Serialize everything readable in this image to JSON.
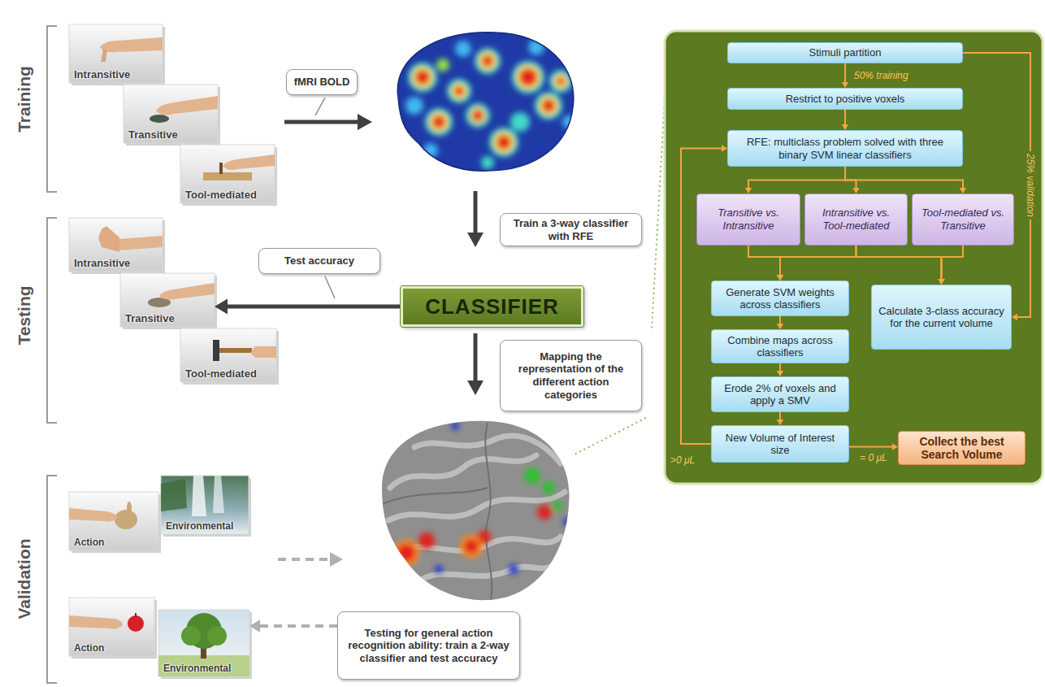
{
  "diagram": {
    "nodes": [
      {
        "text": [
          "Intransitive"
        ]
      },
      {
        "text": [
          "Transitive"
        ]
      },
      {
        "text": [
          "Tool-mediated"
        ]
      },
      {
        "text": [
          "fMRI BOLD"
        ]
      },
      {
        "text": [
          "Train a 3-way classifier with RFE"
        ]
      },
      {
        "text": [
          "Test accuracy"
        ]
      },
      {
        "text": [
          "Intransitive"
        ]
      },
      {
        "text": [
          "Transitive"
        ]
      },
      {
        "text": [
          "Tool-mediated"
        ]
      },
      {
        "text": [
          "CLASSIFIER"
        ]
      },
      {
        "text": [
          "Mapping the representation of the different action categories"
        ]
      },
      {
        "text": [
          "Action"
        ]
      },
      {
        "text": [
          "Environmental"
        ]
      },
      {
        "text": [
          "Action"
        ]
      },
      {
        "text": [
          "Environmental"
        ]
      },
      {
        "text": [
          "Testing for general action recognition ability: train a 2-way classifier and test accuracy"
        ]
      },
      {
        "text": [
          "Stimuli partition"
        ]
      },
      {
        "text": [
          "Restrict to positive voxels"
        ]
      },
      {
        "text": [
          "RFE: multiclass problem solved with three binary SVM linear classifiers"
        ]
      },
      {
        "text": [
          "Transitive vs. Intransitive"
        ]
      },
      {
        "text": [
          "Intransitive vs. Tool-mediated"
        ]
      },
      {
        "text": [
          "Tool-mediated vs. Transitive"
        ]
      },
      {
        "text": [
          "Generate SVM weights across classifiers"
        ]
      },
      {
        "text": [
          "Combine maps across classifiers"
        ]
      },
      {
        "text": [
          "Erode 2% of voxels and apply a SMV"
        ]
      },
      {
        "text": [
          "New Volume of Interest size"
        ]
      },
      {
        "text": [
          "Calculate 3-class accuracy for the current volume"
        ]
      },
      {
        "text": [
          "Collect the best Search Volume"
        ]
      }
    ],
    "edges": [
      {
        "from": 16,
        "to": 17,
        "arrow": "to",
        "label": "50% training"
      },
      {
        "from": 16,
        "to": 26,
        "arrow": "to",
        "label": "25% validation"
      },
      {
        "from": 17,
        "to": 18,
        "arrow": "to"
      },
      {
        "from": 18,
        "to": 19,
        "arrow": "to"
      },
      {
        "from": 18,
        "to": 20,
        "arrow": "to"
      },
      {
        "from": 18,
        "to": 21,
        "arrow": "to"
      },
      {
        "from": 19,
        "to": 22,
        "arrow": "to"
      },
      {
        "from": 20,
        "to": 22,
        "arrow": "to"
      },
      {
        "from": 21,
        "to": 22,
        "arrow": "to"
      },
      {
        "from": 19,
        "to": 26,
        "arrow": "to"
      },
      {
        "from": 20,
        "to": 26,
        "arrow": "to"
      },
      {
        "from": 21,
        "to": 26,
        "arrow": "to"
      },
      {
        "from": 22,
        "to": 23,
        "arrow": "to"
      },
      {
        "from": 23,
        "to": 24,
        "arrow": "to"
      },
      {
        "from": 24,
        "to": 25,
        "arrow": "to"
      },
      {
        "from": 25,
        "to": 18,
        "arrow": "to",
        "label": ">0 μL"
      },
      {
        "from": 25,
        "to": 27,
        "arrow": "to",
        "label": "= 0 μL"
      },
      {
        "from": 9,
        "to": 7,
        "arrow": "to"
      },
      {
        "from": 15,
        "to": 14,
        "arrow": "to"
      }
    ],
    "labels": [
      "Training",
      "Testing",
      "Validation"
    ]
  }
}
